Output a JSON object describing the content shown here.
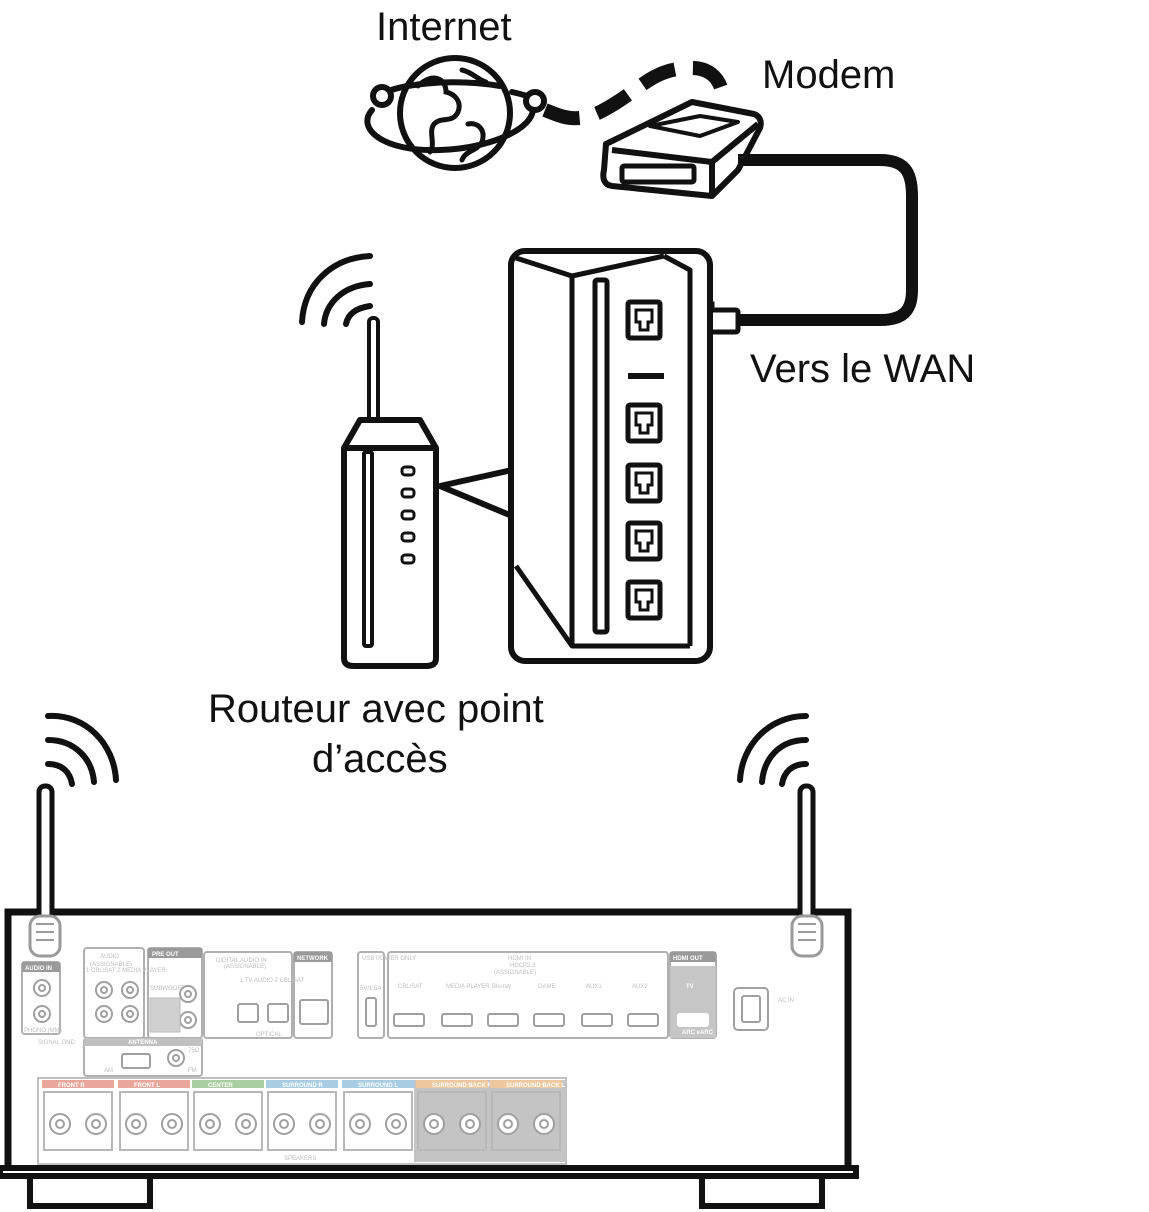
{
  "labels": {
    "internet": "Internet",
    "modem": "Modem",
    "wan": "Vers le WAN",
    "router_line1": "Routeur avec point",
    "router_line2": "d’accès"
  },
  "receiver_panel": {
    "audio_in": "AUDIO IN",
    "audio_in_main": "AUDIO",
    "audio_in_sub": "(ASSIGNABLE)",
    "audio_in_ports": "1 CBL/SAT  2 MEDIA PLAYER",
    "pre_out": "PRE OUT",
    "subwoofer": "SUBWOOFER",
    "phono": "PHONO (MM)",
    "signal_gnd": "SIGNAL GND",
    "digital_audio": "DIGITAL AUDIO IN",
    "digital_audio_sub": "(ASSIGNABLE)",
    "digital_ports": "1 TV AUDIO   2 CBL/SAT",
    "optical": "OPTICAL",
    "network": "NETWORK",
    "usb_power": "USB POWER ONLY",
    "usb_rating": "5V/1.5A",
    "hdmi_in": "HDMI IN",
    "hdcp": "HDCP2.3",
    "hdmi_assignable": "(ASSIGNABLE)",
    "hdmi_inputs": [
      "CBL/SAT",
      "MEDIA PLAYER",
      "Blu-ray",
      "GAME",
      "AUX1",
      "AUX2"
    ],
    "hdmi_out": "HDMI OUT",
    "tv": "TV",
    "arc": "ARC eARC",
    "ac_in": "AC IN",
    "antenna": "ANTENNA",
    "am": "AM",
    "fm": "FM",
    "fm_ohm": "75Ω",
    "speakers": "SPEAKERS",
    "speaker_groups": [
      "FRONT R",
      "FRONT L",
      "CENTER",
      "SURROUND R",
      "SURROUND L",
      "SURROUND BACK R",
      "SURROUND BACK L"
    ]
  },
  "colors": {
    "line": "#111111",
    "panel_gray": "#9a9a9a",
    "front_red": "#e8a79a",
    "center_green": "#a9cfa0",
    "surround_blue": "#a8cde3",
    "surround_back_orange": "#edc79e"
  }
}
